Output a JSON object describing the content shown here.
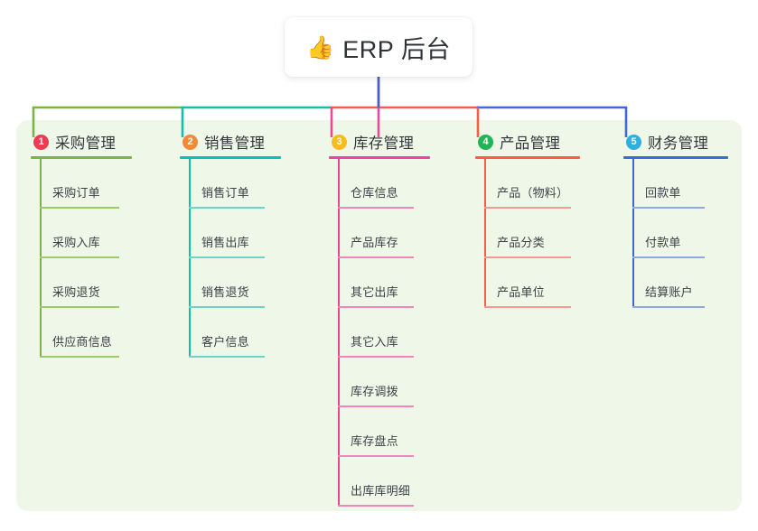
{
  "root": {
    "icon": "thumbs-up-icon",
    "emoji": "👍",
    "label": "ERP 后台"
  },
  "colors": {
    "panel_bg": "#eff7e9",
    "page_bg": "#ffffff",
    "root_text": "#2f3338",
    "branch_text": "#33383d",
    "leaf_text": "#3c4146",
    "root_stem": "#4a5ec4"
  },
  "branches": [
    {
      "number": "1",
      "title": "采购管理",
      "badge_color": "#ec3b52",
      "line_color": "#7cb342",
      "leaf_line_color": "#9ccc65",
      "items": [
        "采购订单",
        "采购入库",
        "采购退货",
        "供应商信息"
      ]
    },
    {
      "number": "2",
      "title": "销售管理",
      "badge_color": "#f08b37",
      "line_color": "#12bfae",
      "leaf_line_color": "#6fd3c8",
      "items": [
        "销售订单",
        "销售出库",
        "销售退货",
        "客户信息"
      ]
    },
    {
      "number": "3",
      "title": "库存管理",
      "badge_color": "#f7bd1c",
      "line_color": "#e8479c",
      "leaf_line_color": "#ef87bd",
      "items": [
        "仓库信息",
        "产品库存",
        "其它出库",
        "其它入库",
        "库存调拨",
        "库存盘点",
        "出库库明细"
      ]
    },
    {
      "number": "4",
      "title": "产品管理",
      "badge_color": "#22b457",
      "line_color": "#f75c4c",
      "leaf_line_color": "#f79a93",
      "items": [
        "产品（物料）",
        "产品分类",
        "产品单位"
      ]
    },
    {
      "number": "5",
      "title": "财务管理",
      "badge_color": "#31aee0",
      "line_color": "#4169d4",
      "leaf_line_color": "#8fa8e0",
      "items": [
        "回款单",
        "付款单",
        "结算账户"
      ]
    }
  ]
}
